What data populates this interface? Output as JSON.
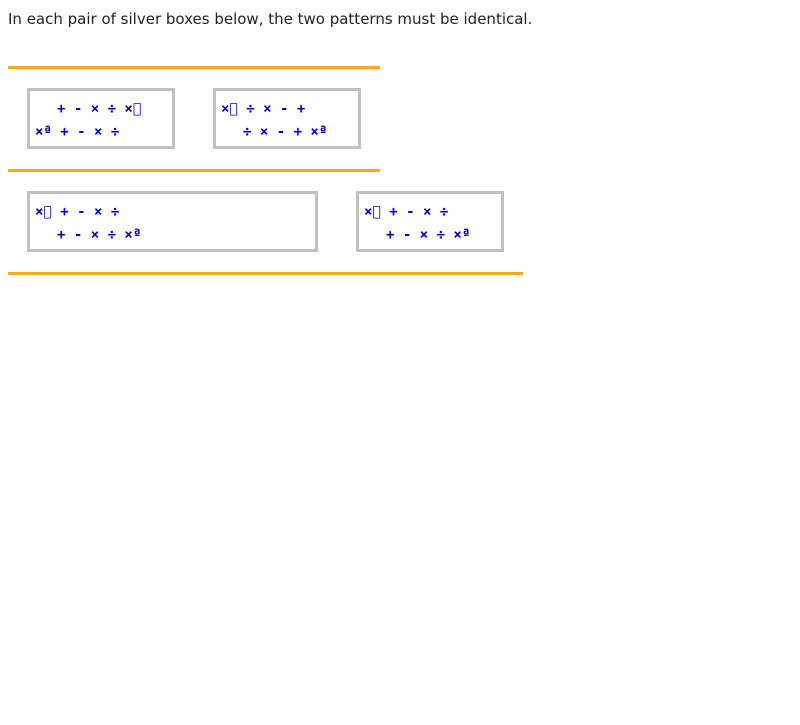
{
  "instruction": "In each pair of silver boxes below, the two patterns must be identical.",
  "colors": {
    "rule": "#f5a623",
    "box_border": "#c0c0c0",
    "symbols": "#0000cc"
  },
  "pairs": [
    {
      "left": {
        "line1": "+ - × ÷ ×⃞",
        "line2": "×ª + - × ÷"
      },
      "right": {
        "line1": "×⃞ ÷ × - +",
        "line2": "÷ × - + ×ª"
      }
    },
    {
      "left": {
        "line1": "×⃞ + - × ÷",
        "line2": "+ - × ÷ ×ª"
      },
      "right": {
        "line1": "×⃞ + - × ÷",
        "line2": "+ - × ÷ ×ª"
      }
    }
  ]
}
